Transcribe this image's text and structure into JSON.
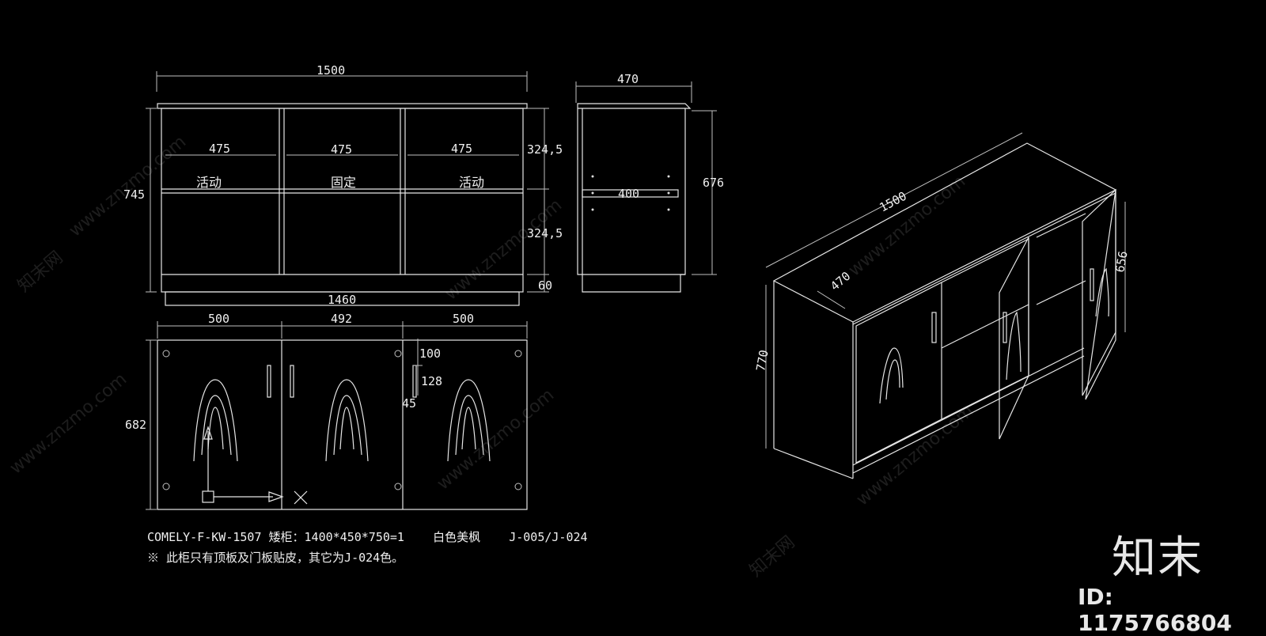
{
  "front_view": {
    "overall_width": "1500",
    "height": "745",
    "bay_widths": [
      "475",
      "475",
      "475"
    ],
    "shelf_labels": [
      "活动",
      "固定",
      "活动"
    ],
    "upper_height": "324,5",
    "lower_height": "324,5",
    "plinth_height": "60",
    "inner_width": "1460"
  },
  "side_view": {
    "depth": "470",
    "height": "676",
    "shelf_depth": "400"
  },
  "door_view": {
    "door_widths": [
      "500",
      "492",
      "500"
    ],
    "height": "682",
    "handle_offset": "100",
    "handle_length": "128",
    "handle_edge": "45"
  },
  "iso_view": {
    "length": "1500",
    "depth": "470",
    "height": "770",
    "door_height": "656"
  },
  "notes": {
    "line1": "COMELY-F-KW-1507 矮柜：1400*450*750=1    白色美枫    J-005/J-024",
    "line2": "※ 此柜只有顶板及门板贴皮，其它为J-024色。"
  },
  "watermark": {
    "text": "www.znzmo.com",
    "brand_cn": "知末",
    "brand_cn_small": "知末网",
    "id": "ID: 1175766804"
  }
}
